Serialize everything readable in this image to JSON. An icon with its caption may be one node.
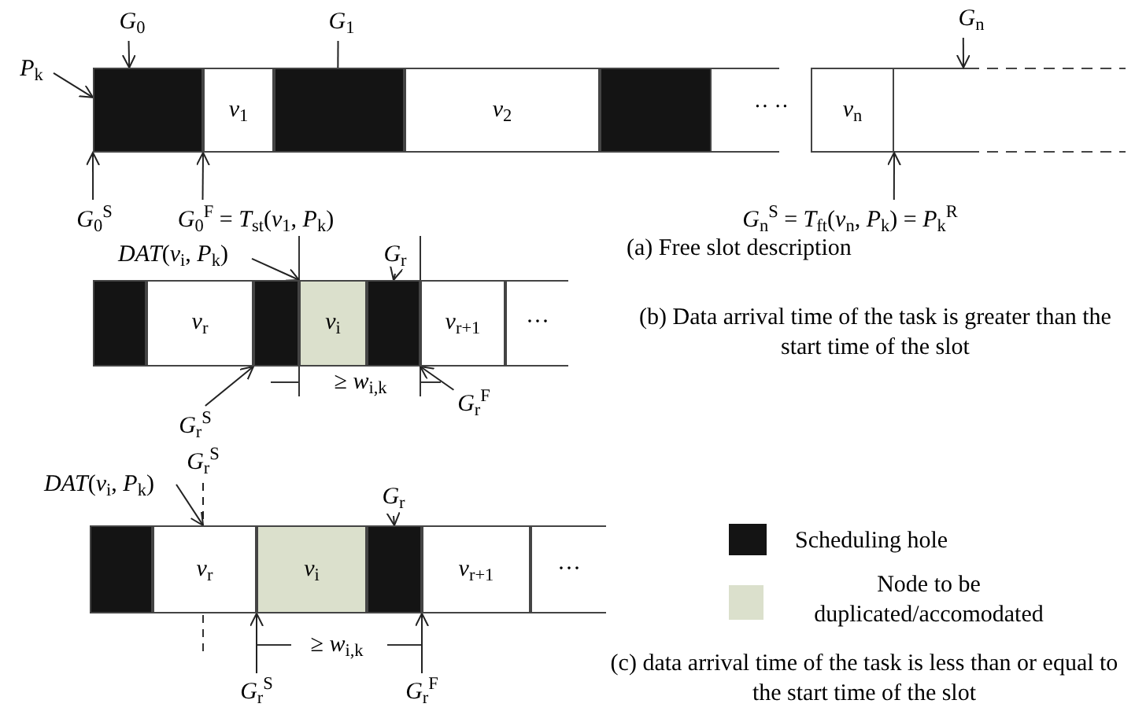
{
  "diagram": {
    "nodes": [
      {
        "text": [],
        "shape": "box"
      },
      {
        "text": [
          "*v*$_{1}$"
        ]
      },
      {
        "text": [],
        "shape": "box"
      },
      {
        "text": [
          "*v*$_{2}$"
        ]
      },
      {
        "text": [],
        "shape": "box"
      },
      {
        "text": [
          "*v*$_{n}$"
        ]
      },
      {
        "text": [
          "*G*$_{0}$"
        ]
      },
      {
        "text": [
          "*G*$_{1}$"
        ]
      },
      {
        "text": [
          "*G*$_{n}$"
        ]
      },
      {
        "text": [
          "*P*$_{k}$"
        ]
      },
      {
        "text": [
          "*G*$_{0}$$^{S}$"
        ]
      },
      {
        "text": [
          "*G*$_{0}$$^{F}$ = *T*$_{st}$(*v*$_{1}$, *P*$_{k}$)"
        ]
      },
      {
        "text": [
          "*G*$_{n}$$^{S}$ = *T*$_{ft}$(*v*$_{n}$, *P*$_{k}$) = *P*$_{k}$$^{R}$"
        ]
      },
      {
        "text": [],
        "shape": "box"
      },
      {
        "text": [
          "*v*$_{r}$"
        ]
      },
      {
        "text": [],
        "shape": "box"
      },
      {
        "text": [
          "*v*$_{i}$"
        ]
      },
      {
        "text": [],
        "shape": "box"
      },
      {
        "text": [
          "*v*$_{r+1}$"
        ]
      },
      {
        "text": [
          "···"
        ]
      },
      {
        "text": [
          "*DAT*(*v*$_{i}$, *P*$_{k}$)"
        ]
      },
      {
        "text": [
          "*G*$_{r}$"
        ]
      },
      {
        "text": [
          "*G*$_{r}$$^{S}$"
        ]
      },
      {
        "text": [
          "*G*$_{r}$$^{F}$"
        ]
      },
      {
        "text": [],
        "shape": "box"
      },
      {
        "text": [
          "*v*$_{r}$"
        ]
      },
      {
        "text": [
          "*v*$_{i}$"
        ]
      },
      {
        "text": [],
        "shape": "box"
      },
      {
        "text": [
          "*v*$_{r+1}$"
        ]
      },
      {
        "text": [
          "···"
        ]
      },
      {
        "text": [
          "*G*$_{r}$$^{S}$"
        ]
      },
      {
        "text": [
          "*DAT*(*v*$_{i}$, *P*$_{k}$)"
        ]
      },
      {
        "text": [
          "*G*$_{r}$"
        ]
      },
      {
        "text": [
          "*G*$_{r}$$^{S}$"
        ]
      },
      {
        "text": [
          "*G*$_{r}$$^{F}$"
        ]
      }
    ],
    "edges": [
      {
        "from": 6,
        "to": 0,
        "arrow": "to"
      },
      {
        "from": 7,
        "to": 2,
        "arrow": "none"
      },
      {
        "from": 8,
        "to": null,
        "arrow": "to"
      },
      {
        "from": 9,
        "to": 0,
        "arrow": "to"
      },
      {
        "from": 10,
        "to": 0,
        "arrow": "to"
      },
      {
        "from": 11,
        "to": 1,
        "arrow": "to"
      },
      {
        "from": 12,
        "to": 5,
        "arrow": "to"
      },
      {
        "from": 20,
        "to": 16,
        "arrow": "to"
      },
      {
        "from": 21,
        "to": 17,
        "arrow": "to"
      },
      {
        "from": 22,
        "to": 15,
        "arrow": "to"
      },
      {
        "from": 23,
        "to": 18,
        "arrow": "to"
      },
      {
        "from": 30,
        "to": 25,
        "arrow": "none",
        "style": "dashed"
      },
      {
        "from": 31,
        "to": 25,
        "arrow": "to"
      },
      {
        "from": 32,
        "to": 27,
        "arrow": "to"
      },
      {
        "from": 33,
        "to": 26,
        "arrow": "to"
      },
      {
        "from": 34,
        "to": 28,
        "arrow": "to"
      }
    ],
    "labels": [
      "·· ··",
      "(a) Free slot description",
      "(b) Data arrival time of the task is greater than the start time of the slot",
      "≥ *w*$_{i,k}$",
      "≥ *w*$_{i,k}$",
      "(c) data arrival time of the task is less than or equal to the start time of the slot"
    ],
    "legend": [
      {
        "text": "Scheduling hole",
        "color": "#141414"
      },
      {
        "text": "Node to be duplicated/accomodated",
        "color": "#dbe0cc"
      }
    ]
  }
}
